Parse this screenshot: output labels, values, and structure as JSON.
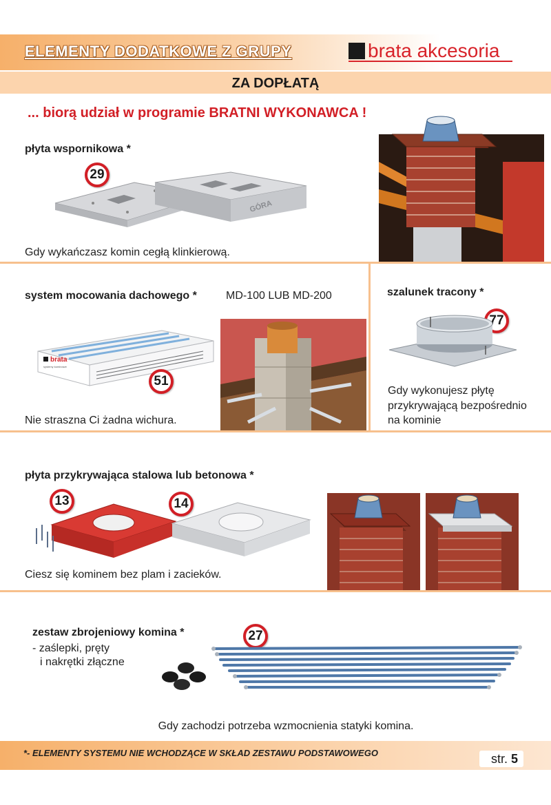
{
  "header": {
    "title": "ELEMENTY DODATKOWE Z GRUPY",
    "brand": "brata akcesoria",
    "subtitle": "ZA DOPŁATĄ"
  },
  "tagline": "... biorą udział w programie BRATNI WYKONAWCA !",
  "sections": {
    "plyta_wspornikowa": {
      "title": "płyta wspornikowa *",
      "badge": "29",
      "plate_label": "GÓRA",
      "caption": "Gdy wykańczasz komin cegłą klinkierową."
    },
    "system_mocowania": {
      "title": "system mocowania dachowego *",
      "models": "MD-100 LUB MD-200",
      "badge": "51",
      "box_brand": "brata",
      "box_sub": "systemy kominowe",
      "caption": "Nie straszna Ci żadna wichura."
    },
    "szalunek": {
      "title": "szalunek tracony *",
      "badge": "77",
      "caption_line1": "Gdy wykonujesz płytę",
      "caption_line2": "przykrywającą bezpośrednio",
      "caption_line3": "na kominie"
    },
    "plyta_przykrywajaca": {
      "title": "płyta przykrywająca stalowa lub betonowa *",
      "badge_steel": "13",
      "badge_concrete": "14",
      "caption": "Ciesz się kominem bez plam i zacieków."
    },
    "zestaw_zbrojeniowy": {
      "title": "zestaw zbrojeniowy komina *",
      "line1": "- zaślepki, pręty",
      "line2": "i nakrętki złączne",
      "badge": "27",
      "caption": "Gdy zachodzi potrzeba wzmocnienia statyki komina."
    }
  },
  "footer": {
    "note": "*- ELEMENTY SYSTEMU NIE WCHODZĄCE W SKŁAD ZESTAWU PODSTAWOWEGO",
    "page_label": "str.",
    "page_number": "5"
  },
  "colors": {
    "accent_orange": "#f6b06a",
    "brand_red": "#d21f26",
    "brick": "#a0392c"
  }
}
